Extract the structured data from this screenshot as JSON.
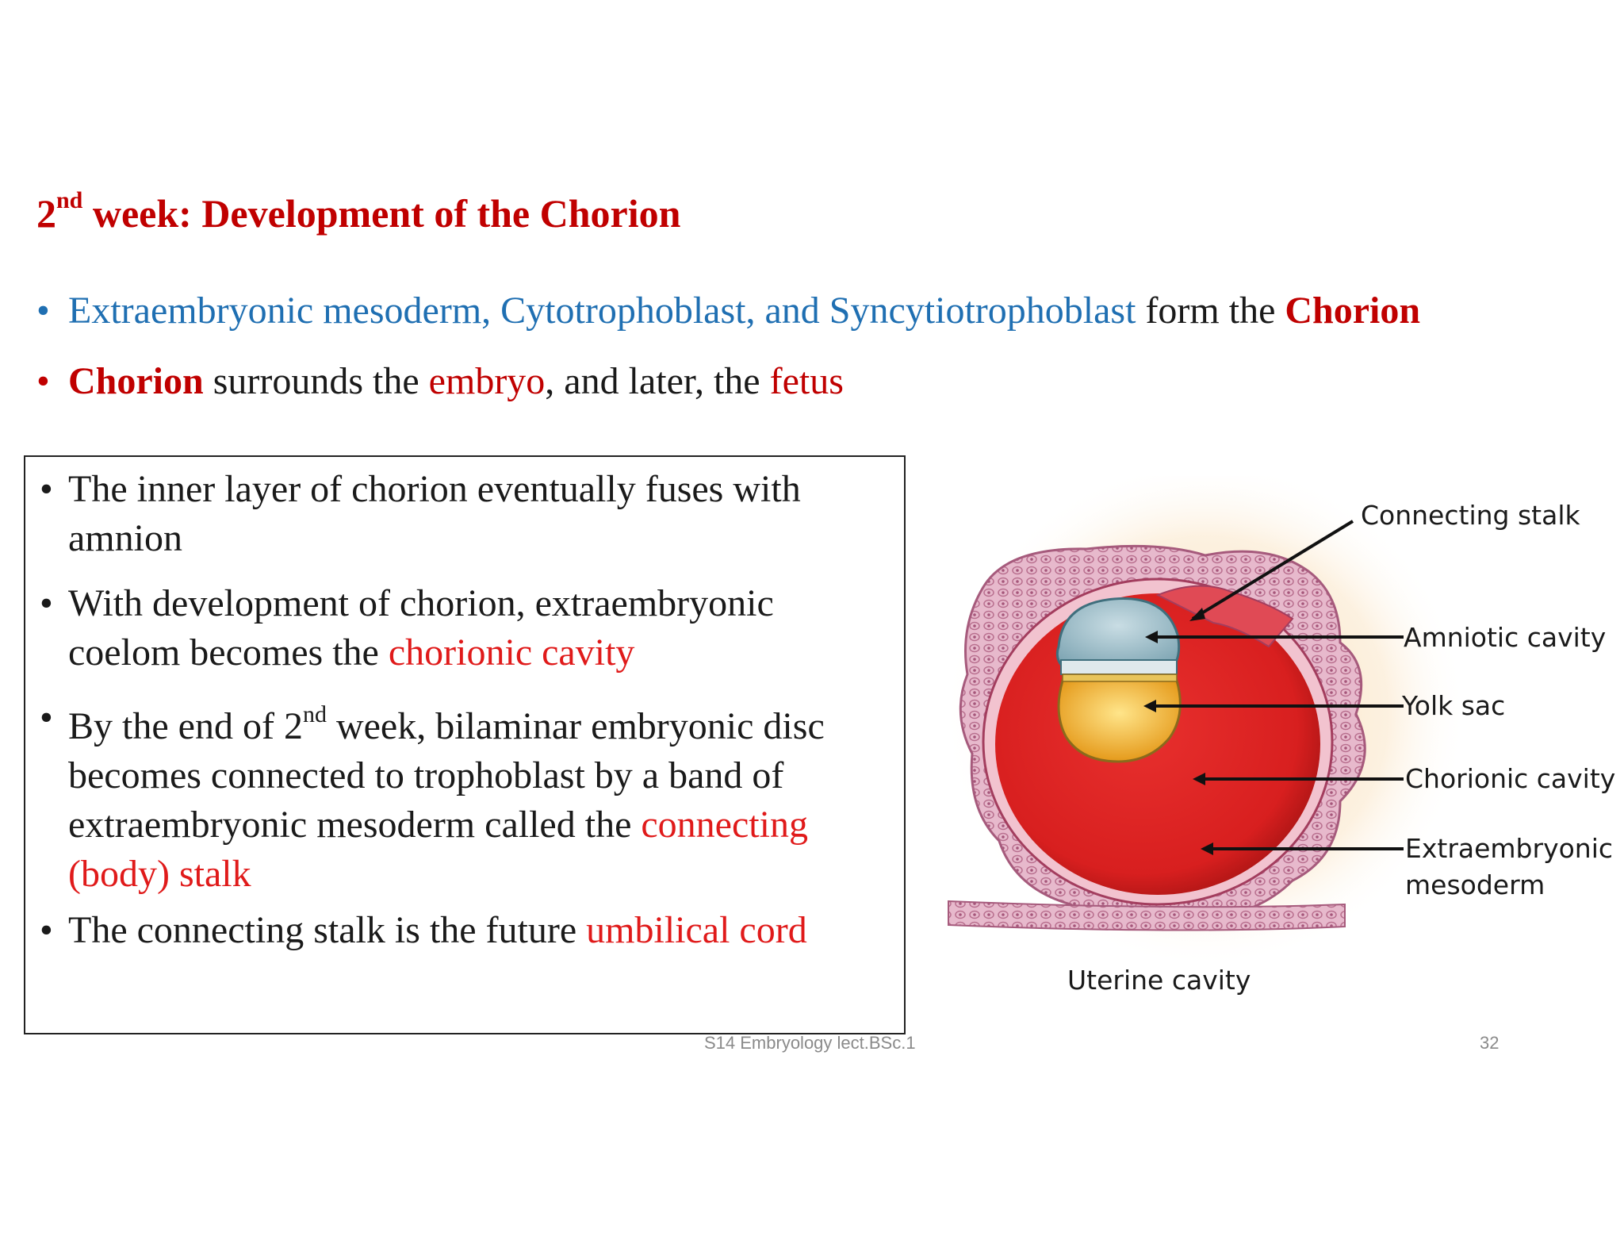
{
  "slide": {
    "title": {
      "num": "2",
      "sup": "nd",
      "rest": " week: Development of the Chorion"
    },
    "bullets_top": [
      {
        "part1_blue": "Extraembryonic mesoderm, Cytotrophoblast, and Syncytiotrophoblast",
        "part2": " form the ",
        "part3_red_bold": "Chorion"
      },
      {
        "part1_red_bold": "Chorion",
        "part2": " surrounds the ",
        "part3_red": "embryo",
        "part4": ", and later, the ",
        "part5_red": "fetus"
      }
    ],
    "box_bullets": {
      "b1": "The inner layer of chorion eventually fuses with amnion",
      "b2_pre": "With development of chorion, extraembryonic coelom becomes the ",
      "b2_red": "chorionic cavity",
      "b3_pre": "By the end of 2",
      "b3_sup": "nd",
      "b3_mid": " week, bilaminar embryonic disc becomes connected to trophoblast by a band of extraembryonic mesoderm called the ",
      "b3_red": "connecting (body) stalk",
      "b4_pre": "The connecting stalk is the future ",
      "b4_red": "umbilical cord"
    },
    "bullet_char": "•",
    "footer": {
      "center": "S14 Embryology lect.BSc.1",
      "page": "32"
    }
  },
  "diagram": {
    "labels": {
      "connecting_stalk": "Connecting stalk",
      "amniotic_cavity": "Amniotic cavity",
      "yolk_sac": "Yolk sac",
      "chorionic_cavity": "Chorionic cavity",
      "extraembryonic_mesoderm_1": "Extraembryonic",
      "extraembryonic_mesoderm_2": "mesoderm",
      "uterine_cavity": "Uterine cavity"
    }
  },
  "colors": {
    "title_red": "#c00000",
    "link_blue": "#1f6fb2",
    "emphasis_red": "#e01a1a"
  }
}
